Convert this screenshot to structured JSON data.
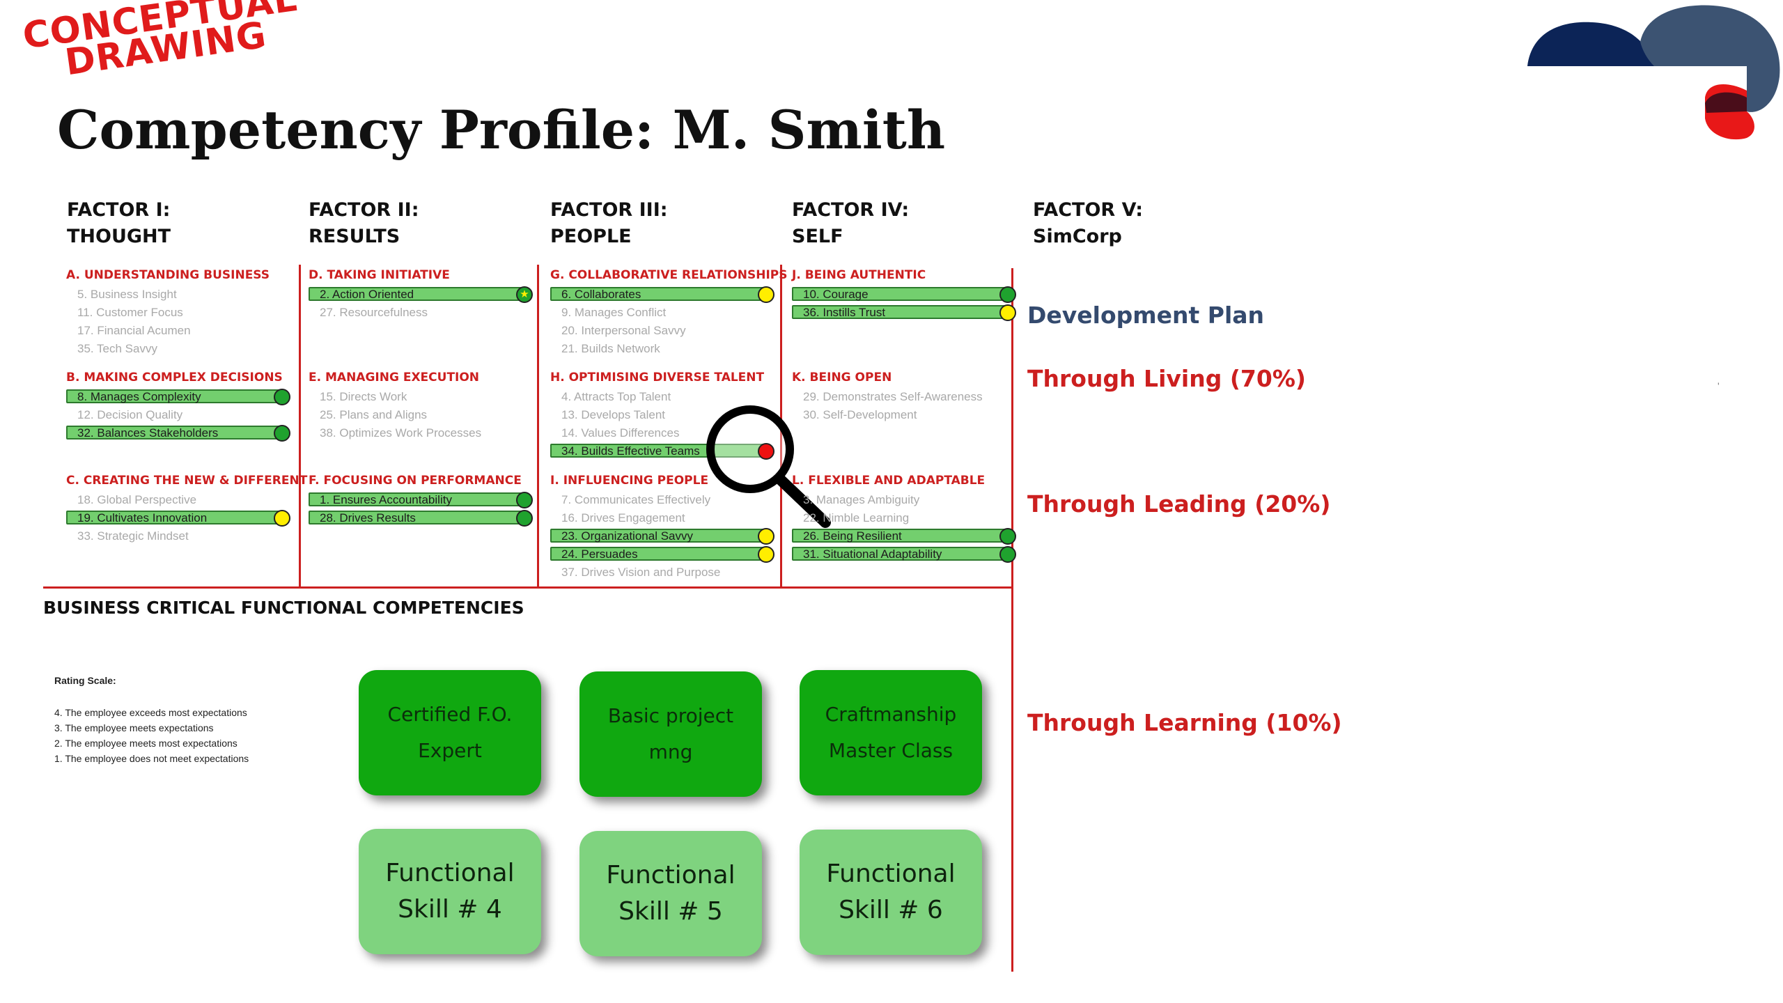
{
  "stamp": {
    "line1": "CONCEPTUAL",
    "line2": "DRAWING"
  },
  "page_title": "Competency Profile: M. Smith",
  "factors": [
    {
      "line1": "FACTOR I:",
      "line2": "THOUGHT"
    },
    {
      "line1": "FACTOR II:",
      "line2": "RESULTS"
    },
    {
      "line1": "FACTOR III:",
      "line2": "PEOPLE"
    },
    {
      "line1": "FACTOR IV:",
      "line2": "SELF"
    },
    {
      "line1": "FACTOR V:",
      "line2": "SimCorp"
    }
  ],
  "sections": {
    "a": {
      "title": "A. UNDERSTANDING BUSINESS",
      "items": [
        {
          "label": "5. Business Insight"
        },
        {
          "label": "11. Customer Focus"
        },
        {
          "label": "17. Financial Acumen"
        },
        {
          "label": "35. Tech Savvy"
        }
      ]
    },
    "b": {
      "title": "B. MAKING COMPLEX DECISIONS",
      "items": [
        {
          "label": "8. Manages Complexity",
          "rating": "green"
        },
        {
          "label": "12. Decision Quality"
        },
        {
          "label": "32. Balances Stakeholders",
          "rating": "green"
        }
      ]
    },
    "c": {
      "title": "C. CREATING THE NEW & DIFFERENT",
      "items": [
        {
          "label": "18. Global Perspective"
        },
        {
          "label": "19. Cultivates Innovation",
          "rating": "yellow"
        },
        {
          "label": "33. Strategic Mindset"
        }
      ]
    },
    "d": {
      "title": "D. TAKING INITIATIVE",
      "items": [
        {
          "label": "2. Action Oriented",
          "rating": "green-star"
        },
        {
          "label": "27. Resourcefulness"
        }
      ]
    },
    "e": {
      "title": "E. MANAGING EXECUTION",
      "items": [
        {
          "label": "15. Directs Work"
        },
        {
          "label": "25. Plans and Aligns"
        },
        {
          "label": "38. Optimizes Work Processes"
        }
      ]
    },
    "f": {
      "title": "F. FOCUSING ON PERFORMANCE",
      "items": [
        {
          "label": "1. Ensures Accountability",
          "rating": "green"
        },
        {
          "label": "28. Drives Results",
          "rating": "green"
        }
      ]
    },
    "g": {
      "title": "G. COLLABORATIVE RELATIONSHIPS",
      "items": [
        {
          "label": "6. Collaborates",
          "rating": "yellow"
        },
        {
          "label": "9. Manages Conflict"
        },
        {
          "label": "20. Interpersonal Savvy"
        },
        {
          "label": "21. Builds Network"
        }
      ]
    },
    "h": {
      "title": "H. OPTIMISING DIVERSE TALENT",
      "items": [
        {
          "label": "4. Attracts Top Talent"
        },
        {
          "label": "13. Develops Talent"
        },
        {
          "label": "14. Values Differences"
        },
        {
          "label": "34. Builds Effective Teams",
          "rating": "red"
        }
      ]
    },
    "i": {
      "title": "I. INFLUENCING PEOPLE",
      "items": [
        {
          "label": "7. Communicates Effectively"
        },
        {
          "label": "16. Drives Engagement"
        },
        {
          "label": "23. Organizational Savvy",
          "rating": "yellow"
        },
        {
          "label": "24. Persuades",
          "rating": "yellow"
        },
        {
          "label": "37. Drives Vision and Purpose"
        }
      ]
    },
    "j": {
      "title": "J. BEING AUTHENTIC",
      "items": [
        {
          "label": "10. Courage",
          "rating": "green"
        },
        {
          "label": "36. Instills Trust",
          "rating": "yellow"
        }
      ]
    },
    "k": {
      "title": "K. BEING OPEN",
      "items": [
        {
          "label": "29. Demonstrates Self-Awareness"
        },
        {
          "label": "30. Self-Development"
        }
      ]
    },
    "l": {
      "title": "L. FLEXIBLE AND ADAPTABLE",
      "items": [
        {
          "label": "3. Manages Ambiguity"
        },
        {
          "label": "22. Nimble Learning"
        },
        {
          "label": "26. Being Resilient",
          "rating": "green"
        },
        {
          "label": "31. Situational Adaptability",
          "rating": "green"
        }
      ]
    }
  },
  "functional": {
    "title": "BUSINESS CRITICAL FUNCTIONAL COMPETENCIES",
    "boxes": [
      {
        "label": "Certified F.O.\nExpert",
        "style": "dark"
      },
      {
        "label": "Basic project\nmng",
        "style": "dark"
      },
      {
        "label": "Craftmanship\nMaster Class",
        "style": "dark"
      },
      {
        "label": "Functional\nSkill # 4",
        "style": "light"
      },
      {
        "label": "Functional\nSkill # 5",
        "style": "light"
      },
      {
        "label": "Functional\nSkill # 6",
        "style": "light"
      }
    ]
  },
  "rating_scale": {
    "title": "Rating Scale:",
    "items": [
      "4. The employee exceeds most expectations",
      "3. The employee meets expectations",
      "2. The employee meets most expectations",
      "1. The employee does not meet expectations"
    ]
  },
  "development": {
    "title": "Development Plan",
    "living": "Through Living (70%)",
    "leading": "Through Leading (20%)",
    "learning": "Through Learning (10%)"
  },
  "colors": {
    "accent_red": "#cc1f1f",
    "bar_green": "#73cf6e",
    "rating_green": "#1fa22e",
    "rating_yellow": "#ffee00",
    "rating_red": "#ee1111",
    "navy": "#0c2457",
    "slate": "#3c5372"
  },
  "icons": {
    "magnifier": "magnifying-glass-icon",
    "star": "star-icon",
    "logo": "simcorp-logo-icon"
  }
}
